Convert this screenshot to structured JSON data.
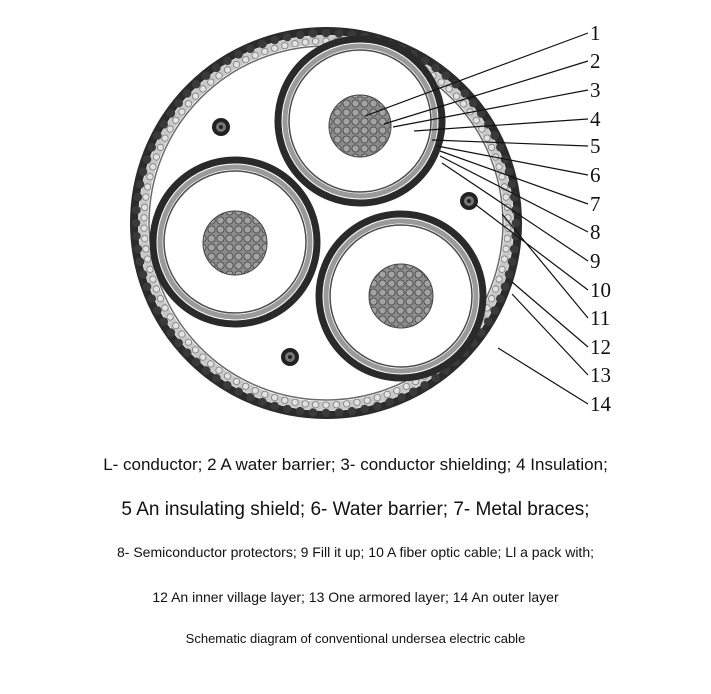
{
  "callout_numbers": [
    "1",
    "2",
    "3",
    "4",
    "5",
    "6",
    "7",
    "8",
    "9",
    "10",
    "11",
    "12",
    "13",
    "14"
  ],
  "legend": {
    "line1": "L- conductor; 2 A water barrier; 3- conductor shielding; 4 Insulation;",
    "line2": "5 An insulating shield; 6- Water barrier; 7- Metal braces;",
    "line3": "8- Semiconductor protectors; 9 Fill it up; 10 A fiber optic cable; Ll a pack with;",
    "line4": "12 An inner village layer; 13 One armored layer; 14 An outer layer"
  },
  "caption": "Schematic diagram of conventional undersea electric cable",
  "colors": {
    "line": "#111111",
    "conductor": "#8a8a8a",
    "armor_wire": "#3a3a3a",
    "armor_bedding": "#c9c9c9",
    "sheath_dark": "#2b2b2b",
    "sheath_mid": "#9a9a9a"
  }
}
